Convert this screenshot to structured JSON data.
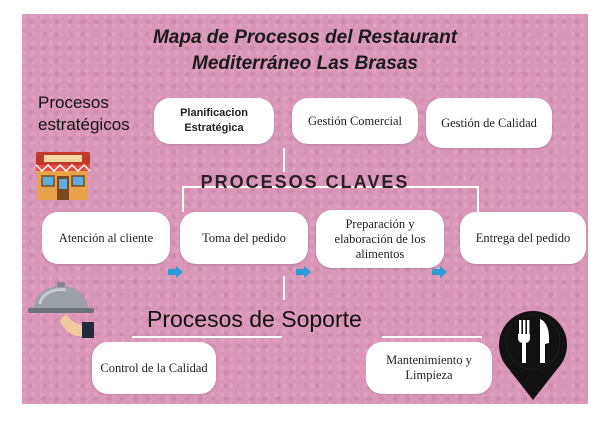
{
  "title_line1": "Mapa de Procesos del Restaurant",
  "title_line2": "Mediterráneo Las Brasas",
  "estrategicos": {
    "label_line1": "Procesos",
    "label_line2": "estratégicos",
    "boxes": [
      "Planificacion Estratégica",
      "Gestión Comercial",
      "Gestión de Calidad"
    ]
  },
  "claves": {
    "label": "PROCESOS CLAVES",
    "boxes": [
      "Atención al cliente",
      "Toma del pedido",
      "Preparación y elaboración de los alimentos",
      "Entrega del pedido"
    ]
  },
  "soporte": {
    "label": "Procesos de Soporte",
    "boxes": [
      "Control de la Calidad",
      "Mantenimiento y Limpieza"
    ]
  },
  "icons": [
    "restaurant-storefront-icon",
    "serving-cloche-icon",
    "fork-knife-location-pin-icon",
    "right-arrow-icon"
  ],
  "colors": {
    "background": "#d996b7",
    "box": "#ffffff",
    "arrow": "#2f9bd6"
  }
}
